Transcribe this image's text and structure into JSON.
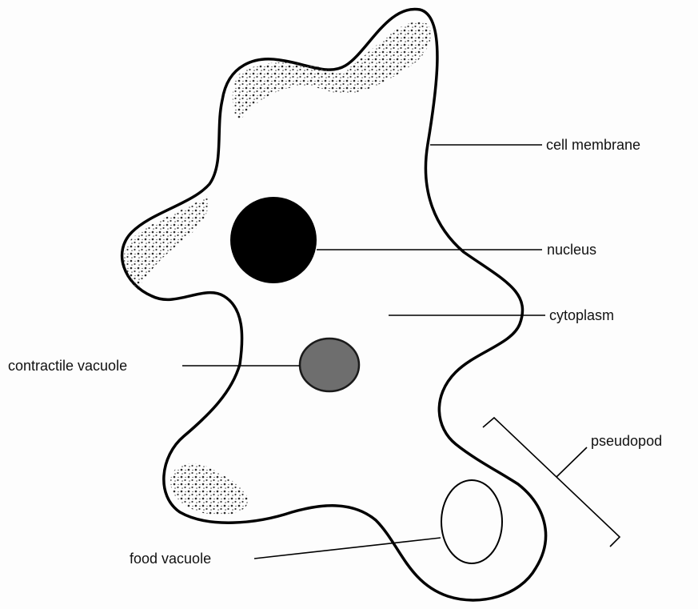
{
  "diagram": {
    "labels": {
      "cell_membrane": "cell membrane",
      "nucleus": "nucleus",
      "cytoplasm": "cytoplasm",
      "contractile_vacuole": "contractile vacuole",
      "pseudopod": "pseudopod",
      "food_vacuole": "food vacuole"
    },
    "colors": {
      "outline": "#000000",
      "nucleus": "#000000",
      "contractile_vacuole": "#6e6e6e",
      "background": "#fdfdfd"
    }
  }
}
